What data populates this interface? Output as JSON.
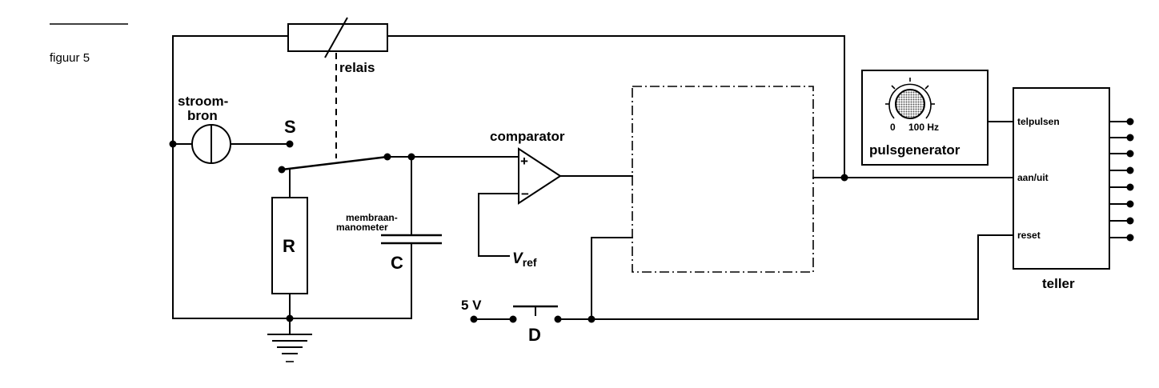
{
  "figure": {
    "label": "figuur 5"
  },
  "labels": {
    "relay": "relais",
    "current_source_line1": "stroom-",
    "current_source_line2": "bron",
    "switch_contact": "S",
    "resistor": "R",
    "capacitor": "C",
    "manometer_line1": "membraan-",
    "manometer_line2": "manometer",
    "comparator": "comparator",
    "comparator_plus": "+",
    "comparator_minus": "−",
    "vref_main": "V",
    "vref_sub": "ref",
    "supply": "5 V",
    "pushbutton": "D",
    "pulse_dial_min": "0",
    "pulse_dial_max": "100 Hz",
    "pulse_generator": "pulsgenerator",
    "counter_in_pulses": "telpulsen",
    "counter_in_onoff": "aan/uit",
    "counter_in_reset": "reset",
    "counter": "teller"
  },
  "colors": {
    "ink": "#000000",
    "paper": "#ffffff",
    "dial_fill": "#9a9a9a"
  }
}
